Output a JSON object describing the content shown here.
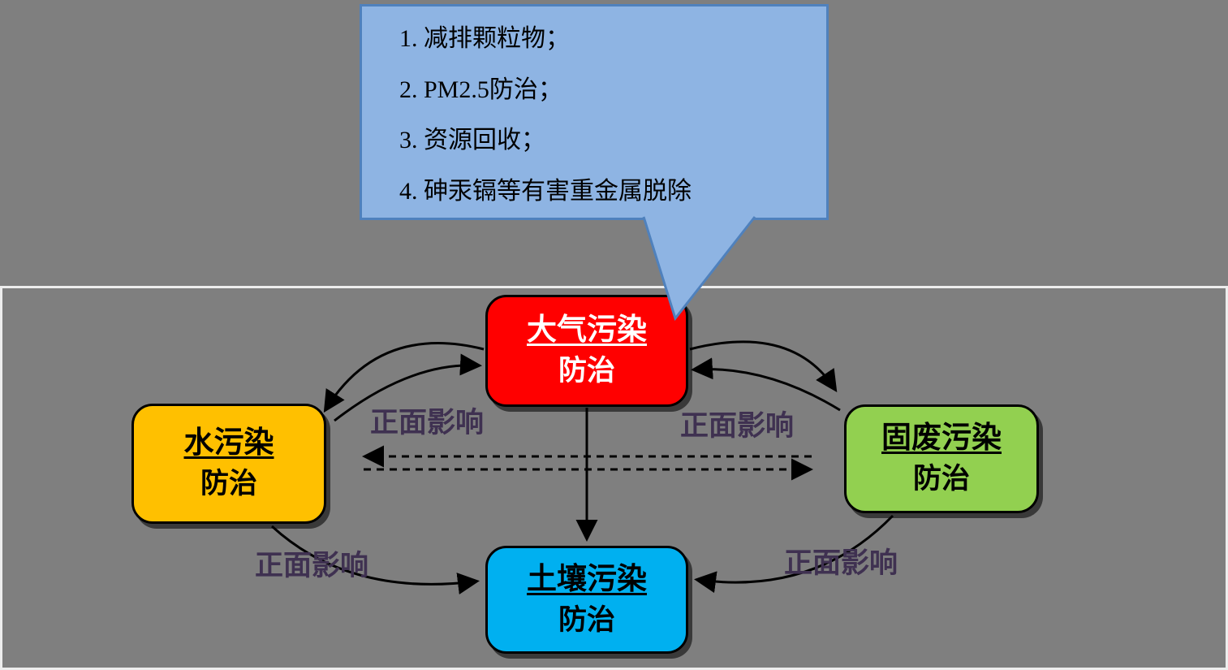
{
  "callout": {
    "lines": [
      "1. 减排颗粒物；",
      "2. PM2.5防治；",
      "3. 资源回收；",
      "4. 砷汞镉等有害重金属脱除"
    ]
  },
  "nodes": {
    "air": {
      "title": "大气污染",
      "subtitle": "防治"
    },
    "water": {
      "title": "水污染",
      "subtitle": "防治"
    },
    "solid": {
      "title": "固废污染",
      "subtitle": "防治"
    },
    "soil": {
      "title": "土壤污染",
      "subtitle": "防治"
    }
  },
  "labels": {
    "positive_left": "正面影响",
    "positive_right": "正面影响",
    "positive_bottom_left": "正面影响",
    "positive_bottom_right": "正面影响"
  },
  "colors": {
    "background": "#7F7F7F",
    "air_box": "#FF0000",
    "water_box": "#FFC000",
    "solid_box": "#92D050",
    "soil_box": "#00B0F0",
    "callout_fill": "#8EB4E3",
    "callout_border": "#4F81BD",
    "label_text": "#3F3151",
    "arrow": "#000000",
    "frame_border": "#EDEDED"
  }
}
